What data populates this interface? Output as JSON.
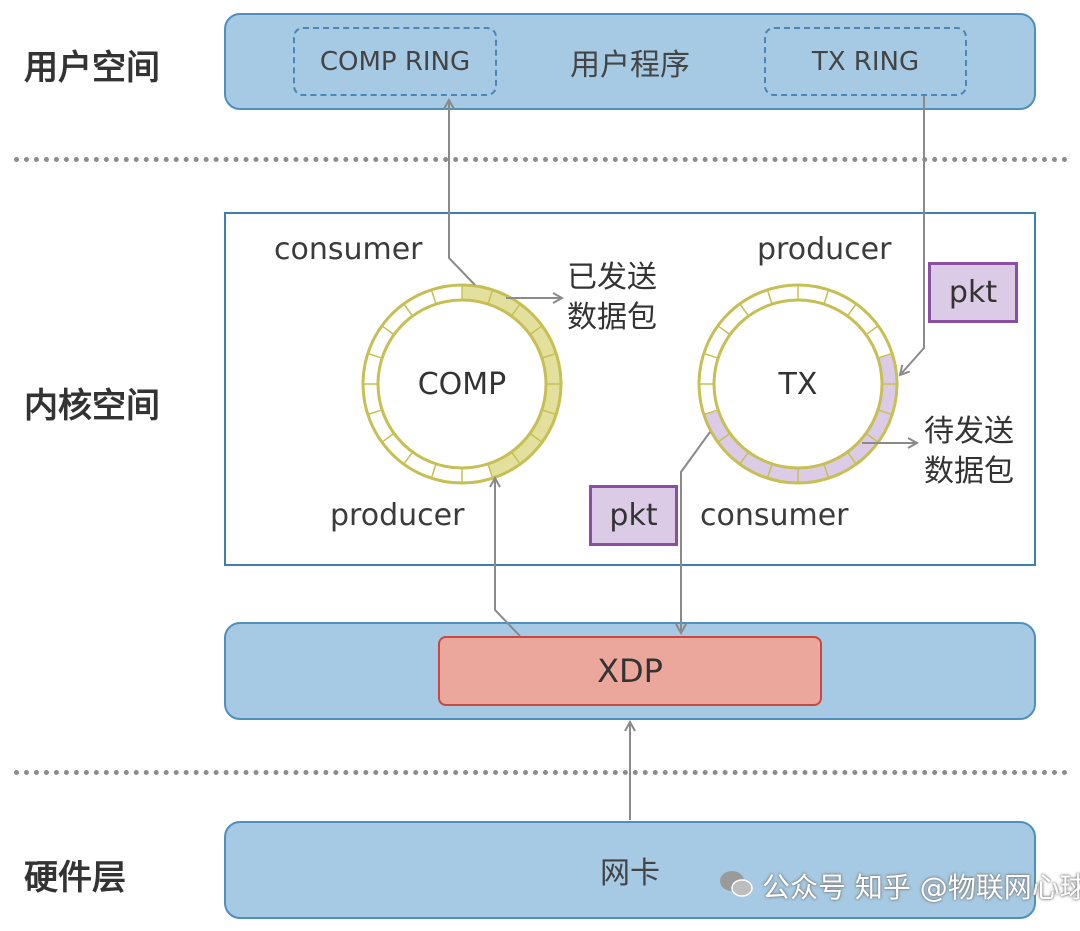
{
  "layers": {
    "user": "用户空间",
    "kernel": "内核空间",
    "hardware": "硬件层"
  },
  "user_space": {
    "comp_ring": "COMP RING",
    "program": "用户程序",
    "tx_ring": "TX RING"
  },
  "kernel_space": {
    "comp": {
      "ring_label": "COMP",
      "consumer": "consumer",
      "producer": "producer",
      "sent_line1": "已发送",
      "sent_line2": "数据包"
    },
    "tx": {
      "ring_label": "TX",
      "producer": "producer",
      "consumer": "consumer",
      "pending_line1": "待发送",
      "pending_line2": "数据包"
    },
    "pkt_label": "pkt"
  },
  "xdp_label": "XDP",
  "nic_label": "网卡",
  "watermark": "公众号  知乎 @物联网心球",
  "colors": {
    "blue_fill": "#a6cae3",
    "ring_gold": "#c7bf53",
    "comp_filled": "#e3df9c",
    "tx_filled": "#dccbe6",
    "pkt_border": "#8a4fa3",
    "xdp_fill": "#eca79c",
    "arrow": "#8a8a8a"
  }
}
